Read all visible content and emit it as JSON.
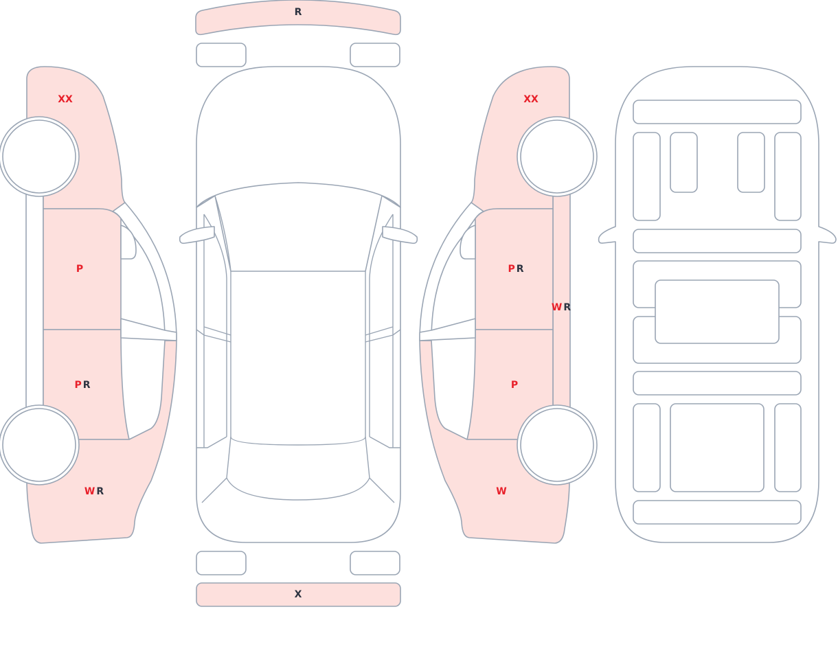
{
  "colors": {
    "damaged_fill": "#fde0dd",
    "outline": "#9aa5b4",
    "code_primary": "#e8202a",
    "code_secondary": "#2d3340"
  },
  "top_view": {
    "rear_bumper": {
      "codes": [
        "R"
      ]
    },
    "front_bumper": {
      "codes": [
        "X"
      ]
    }
  },
  "left_side": {
    "front_fender": {
      "codes": [
        "XX"
      ]
    },
    "front_door": {
      "codes": [
        "P"
      ]
    },
    "rear_door": {
      "codes": [
        "P",
        "R"
      ]
    },
    "rear_quarter": {
      "codes": [
        "W",
        "R"
      ]
    }
  },
  "right_side": {
    "front_fender": {
      "codes": [
        "XX"
      ]
    },
    "front_door": {
      "codes": [
        "P",
        "R"
      ]
    },
    "rocker": {
      "codes": [
        "W",
        "R"
      ]
    },
    "rear_door": {
      "codes": [
        "P"
      ]
    },
    "rear_quarter": {
      "codes": [
        "W"
      ]
    }
  }
}
